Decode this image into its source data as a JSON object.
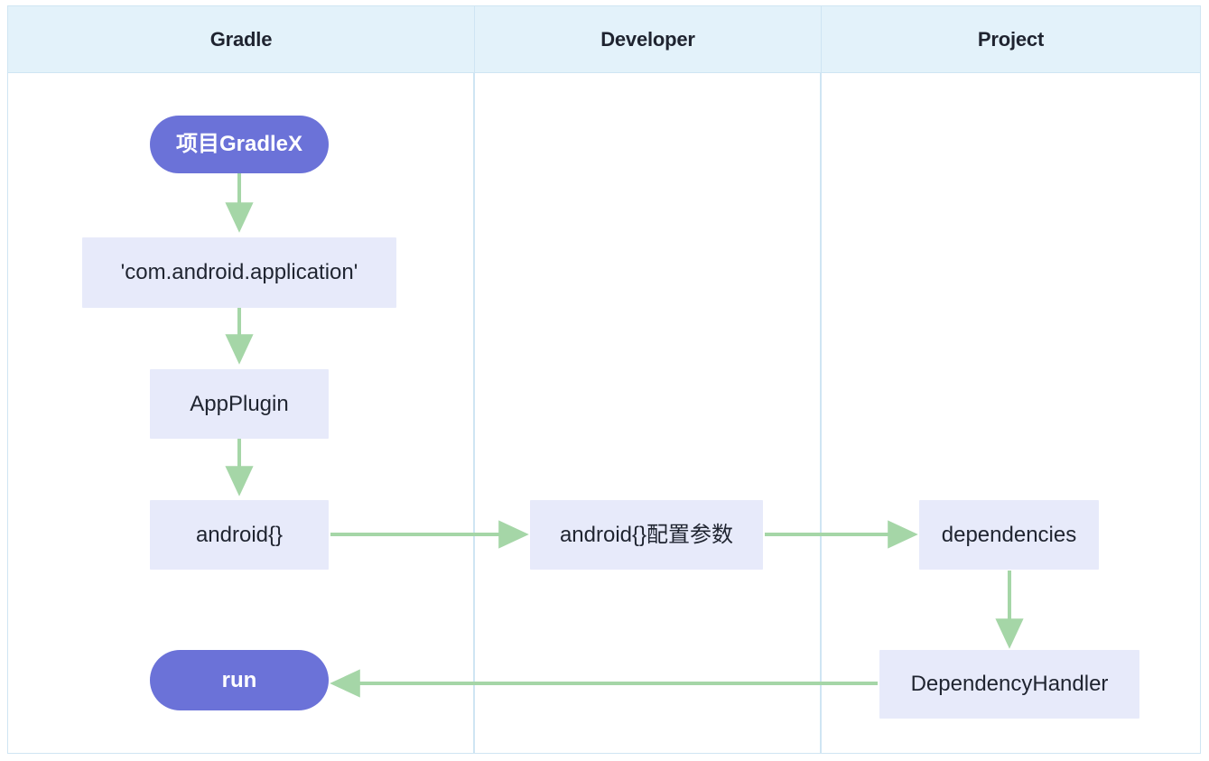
{
  "diagram": {
    "type": "swimlane-flowchart",
    "background_color": "#ffffff",
    "lane_header_bg": "#e3f2fa",
    "lane_border_color": "#cfe5f3",
    "node_rect_bg": "#e7eafa",
    "node_pill_bg": "#6b72d8",
    "edge_color": "#a5d6a7",
    "text_color": "#1f2430",
    "lanes": [
      {
        "label": "Gradle"
      },
      {
        "label": "Developer"
      },
      {
        "label": "Project"
      }
    ],
    "nodes": [
      {
        "id": "project-gradle-x",
        "label": "项目GradleX",
        "shape": "pill",
        "lane": "Gradle"
      },
      {
        "id": "com-android-application",
        "label": "'com.android.application'",
        "shape": "rect",
        "lane": "Gradle"
      },
      {
        "id": "app-plugin",
        "label": "AppPlugin",
        "shape": "rect",
        "lane": "Gradle"
      },
      {
        "id": "android-block",
        "label": "android{}",
        "shape": "rect",
        "lane": "Gradle"
      },
      {
        "id": "android-config-params",
        "label": "android{}配置参数",
        "shape": "rect",
        "lane": "Developer"
      },
      {
        "id": "dependencies",
        "label": "dependencies",
        "shape": "rect",
        "lane": "Project"
      },
      {
        "id": "dependency-handler",
        "label": "DependencyHandler",
        "shape": "rect",
        "lane": "Project"
      },
      {
        "id": "run",
        "label": "run",
        "shape": "pill",
        "lane": "Gradle"
      }
    ],
    "edges": [
      {
        "from": "project-gradle-x",
        "to": "com-android-application",
        "direction": "down"
      },
      {
        "from": "com-android-application",
        "to": "app-plugin",
        "direction": "down"
      },
      {
        "from": "app-plugin",
        "to": "android-block",
        "direction": "down"
      },
      {
        "from": "android-block",
        "to": "android-config-params",
        "direction": "right"
      },
      {
        "from": "android-config-params",
        "to": "dependencies",
        "direction": "right"
      },
      {
        "from": "dependencies",
        "to": "dependency-handler",
        "direction": "down"
      },
      {
        "from": "dependency-handler",
        "to": "run",
        "direction": "left"
      }
    ]
  }
}
